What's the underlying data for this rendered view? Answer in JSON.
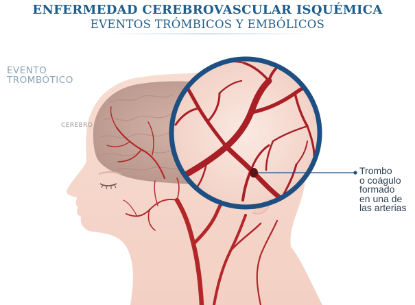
{
  "title": {
    "line1": "ENFERMEDAD CEREBROVASCULAR ISQUÉMICA",
    "line2": "EVENTOS TRÓMBICOS Y EMBÓLICOS"
  },
  "event_label": {
    "line1": "EVENTO",
    "line2": "TROMBÓTICO"
  },
  "brain_label": "CEREBRO",
  "callout": {
    "line1": "Trombo",
    "line2": "o coágulo",
    "line3": "formado",
    "line4": "en una de",
    "line5": "las arterias"
  },
  "colors": {
    "title": "#1f5c8a",
    "skin": "#f6d8cc",
    "brain": "#c9a79b",
    "artery": "#b3262a",
    "lens_ring": "#1e4f82",
    "callout_line": "#1e4f82"
  }
}
